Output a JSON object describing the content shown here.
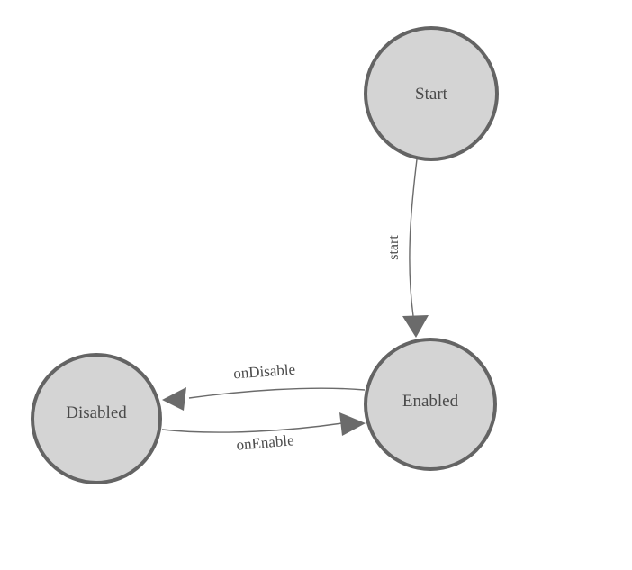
{
  "diagram": {
    "type": "state-machine",
    "colors": {
      "background": "#ffffff",
      "node_fill": "#d4d4d4",
      "node_stroke": "#646464",
      "edge_stroke": "#6b6b6b",
      "label_text": "#4a4a4a"
    },
    "nodes": [
      {
        "id": "start",
        "label": "Start"
      },
      {
        "id": "enabled",
        "label": "Enabled"
      },
      {
        "id": "disabled",
        "label": "Disabled"
      }
    ],
    "edges": [
      {
        "label": "start",
        "from": "start",
        "to": "enabled"
      },
      {
        "label": "onDisable",
        "from": "enabled",
        "to": "disabled"
      },
      {
        "label": "onEnable",
        "from": "disabled",
        "to": "enabled"
      }
    ]
  }
}
